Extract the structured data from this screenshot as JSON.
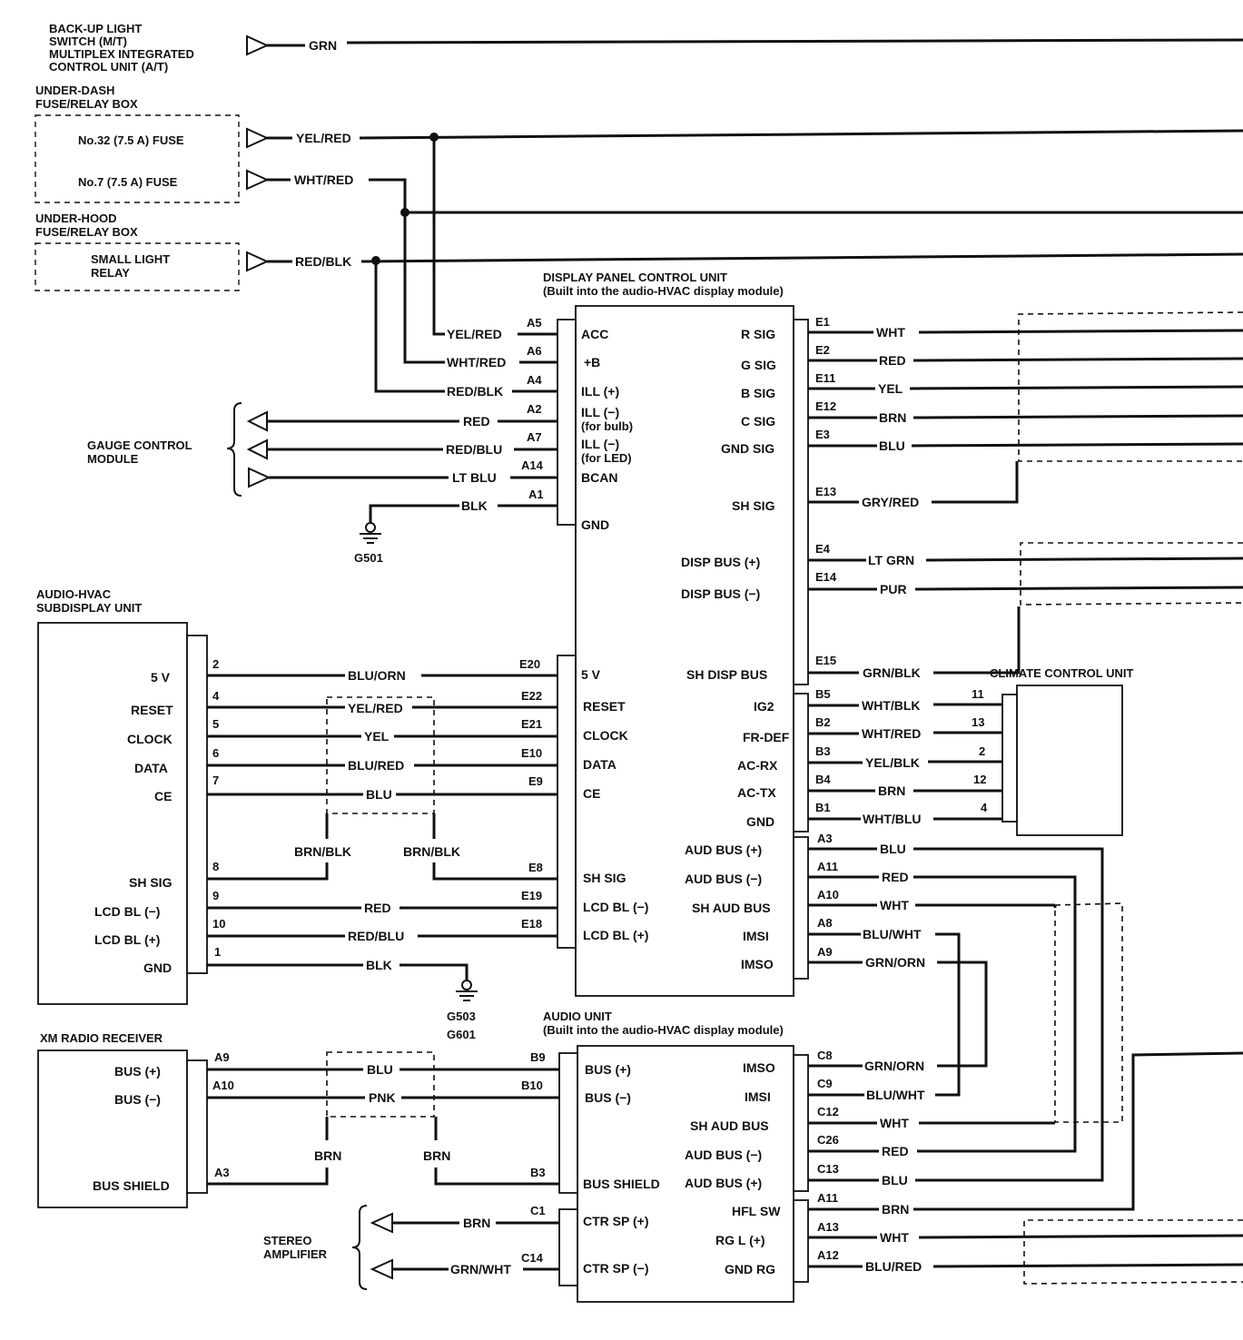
{
  "top": {
    "backup": [
      "BACK-UP LIGHT",
      "SWITCH (M/T)",
      "MULTIPLEX INTEGRATED",
      "CONTROL UNIT (A/T)"
    ],
    "backup_wire": "GRN",
    "underdash": [
      "UNDER-DASH",
      "FUSE/RELAY BOX"
    ],
    "fuse32": "No.32 (7.5 A) FUSE",
    "fuse7": "No.7 (7.5 A) FUSE",
    "wire_fuse32": "YEL/RED",
    "wire_fuse7": "WHT/RED",
    "underhood": [
      "UNDER-HOOD",
      "FUSE/RELAY BOX"
    ],
    "small_light": [
      "SMALL LIGHT",
      "RELAY"
    ],
    "wire_small_light": "RED/BLK"
  },
  "dpcu": {
    "title": "DISPLAY PANEL CONTROL UNIT",
    "subtitle": "(Built into the audio-HVAC display module)",
    "left_a": [
      {
        "pin": "A5",
        "wire": "YEL/RED",
        "label": "ACC"
      },
      {
        "pin": "A6",
        "wire": "WHT/RED",
        "label": "+B"
      },
      {
        "pin": "A4",
        "wire": "RED/BLK",
        "label": "ILL (+)"
      },
      {
        "pin": "A2",
        "wire": "RED",
        "label": "ILL (−)",
        "sub": "(for bulb)"
      },
      {
        "pin": "A7",
        "wire": "RED/BLU",
        "label": "ILL (−)",
        "sub": "(for LED)"
      },
      {
        "pin": "A14",
        "wire": "LT BLU",
        "label": "BCAN"
      },
      {
        "pin": "A1",
        "wire": "BLK",
        "label": "GND"
      }
    ],
    "left_e": [
      {
        "pin": "E20",
        "wire": "BLU/ORN",
        "label": "5 V"
      },
      {
        "pin": "E22",
        "wire": "YEL/RED",
        "label": "RESET"
      },
      {
        "pin": "E21",
        "wire": "YEL",
        "label": "CLOCK"
      },
      {
        "pin": "E10",
        "wire": "BLU/RED",
        "label": "DATA"
      },
      {
        "pin": "E9",
        "wire": "BLU",
        "label": "CE"
      },
      {
        "pin": "E8",
        "wire": "BRN/BLK",
        "label": "SH SIG"
      },
      {
        "pin": "E19",
        "wire": "RED",
        "label": "LCD BL (−)"
      },
      {
        "pin": "E18",
        "wire": "RED/BLU",
        "label": "LCD BL (+)"
      }
    ],
    "right_e": [
      {
        "pin": "E1",
        "wire": "WHT",
        "label": "R SIG"
      },
      {
        "pin": "E2",
        "wire": "RED",
        "label": "G SIG"
      },
      {
        "pin": "E11",
        "wire": "YEL",
        "label": "B SIG"
      },
      {
        "pin": "E12",
        "wire": "BRN",
        "label": "C SIG"
      },
      {
        "pin": "E3",
        "wire": "BLU",
        "label": "GND SIG"
      },
      {
        "pin": "E13",
        "wire": "GRY/RED",
        "label": "SH SIG"
      },
      {
        "pin": "E4",
        "wire": "LT GRN",
        "label": "DISP BUS (+)"
      },
      {
        "pin": "E14",
        "wire": "PUR",
        "label": "DISP BUS (−)"
      },
      {
        "pin": "E15",
        "wire": "GRN/BLK",
        "label": "SH DISP BUS"
      }
    ],
    "right_b": [
      {
        "pin": "B5",
        "wire": "WHT/BLK",
        "label": "IG2",
        "ccu": "11"
      },
      {
        "pin": "B2",
        "wire": "WHT/RED",
        "label": "FR-DEF",
        "ccu": "13"
      },
      {
        "pin": "B3",
        "wire": "YEL/BLK",
        "label": "AC-RX",
        "ccu": "2"
      },
      {
        "pin": "B4",
        "wire": "BRN",
        "label": "AC-TX",
        "ccu": "12"
      },
      {
        "pin": "B1",
        "wire": "WHT/BLU",
        "label": "GND",
        "ccu": "4"
      }
    ],
    "right_a": [
      {
        "pin": "A3",
        "wire": "BLU",
        "label": "AUD BUS (+)"
      },
      {
        "pin": "A11",
        "wire": "RED",
        "label": "AUD BUS (−)"
      },
      {
        "pin": "A10",
        "wire": "WHT",
        "label": "SH AUD BUS"
      },
      {
        "pin": "A8",
        "wire": "BLU/WHT",
        "label": "IMSI"
      },
      {
        "pin": "A9",
        "wire": "GRN/ORN",
        "label": "IMSO"
      }
    ]
  },
  "gauge": [
    "GAUGE CONTROL",
    "MODULE"
  ],
  "grounds": {
    "g501": "G501",
    "g503": "G503",
    "g601": "G601"
  },
  "subdisplay": {
    "title": [
      "AUDIO-HVAC",
      "SUBDISPLAY UNIT"
    ],
    "pins": [
      {
        "pin": "2",
        "label": "5 V"
      },
      {
        "pin": "4",
        "label": "RESET"
      },
      {
        "pin": "5",
        "label": "CLOCK"
      },
      {
        "pin": "6",
        "label": "DATA"
      },
      {
        "pin": "7",
        "label": "CE"
      },
      {
        "pin": "8",
        "label": "SH SIG"
      },
      {
        "pin": "9",
        "label": "LCD BL (−)"
      },
      {
        "pin": "10",
        "label": "LCD BL (+)"
      },
      {
        "pin": "1",
        "label": "GND"
      }
    ],
    "wire_gnd": "BLK",
    "shield_left": "BRN/BLK",
    "shield_right": "BRN/BLK"
  },
  "climate": {
    "title": "CLIMATE CONTROL UNIT"
  },
  "audio": {
    "title": "AUDIO UNIT",
    "subtitle": "(Built into the audio-HVAC display module)",
    "left_b": [
      {
        "pin": "B9",
        "label": "BUS (+)"
      },
      {
        "pin": "B10",
        "label": "BUS (−)"
      },
      {
        "pin": "B3",
        "label": "BUS SHIELD"
      }
    ],
    "left_c": [
      {
        "pin": "C1",
        "wire": "BRN",
        "label": "CTR SP (+)"
      },
      {
        "pin": "C14",
        "wire": "GRN/WHT",
        "label": "CTR SP (−)"
      }
    ],
    "right_c": [
      {
        "pin": "C8",
        "wire": "GRN/ORN",
        "label": "IMSO"
      },
      {
        "pin": "C9",
        "wire": "BLU/WHT",
        "label": "IMSI"
      },
      {
        "pin": "C12",
        "wire": "WHT",
        "label": "SH AUD BUS"
      },
      {
        "pin": "C26",
        "wire": "RED",
        "label": "AUD BUS (−)"
      },
      {
        "pin": "C13",
        "wire": "BLU",
        "label": "AUD BUS (+)"
      }
    ],
    "right_a": [
      {
        "pin": "A11",
        "wire": "BRN",
        "label": "HFL SW"
      },
      {
        "pin": "A13",
        "wire": "WHT",
        "label": "RG L (+)"
      },
      {
        "pin": "A12",
        "wire": "BLU/RED",
        "label": "GND RG"
      }
    ]
  },
  "xm": {
    "title": "XM RADIO RECEIVER",
    "pins": [
      {
        "pin": "A9",
        "wire": "BLU",
        "label": "BUS (+)"
      },
      {
        "pin": "A10",
        "wire": "PNK",
        "label": "BUS (−)"
      },
      {
        "pin": "A3",
        "label": "BUS SHIELD"
      }
    ],
    "shield_left": "BRN",
    "shield_right": "BRN"
  },
  "stereo": [
    "STEREO",
    "AMPLIFIER"
  ]
}
